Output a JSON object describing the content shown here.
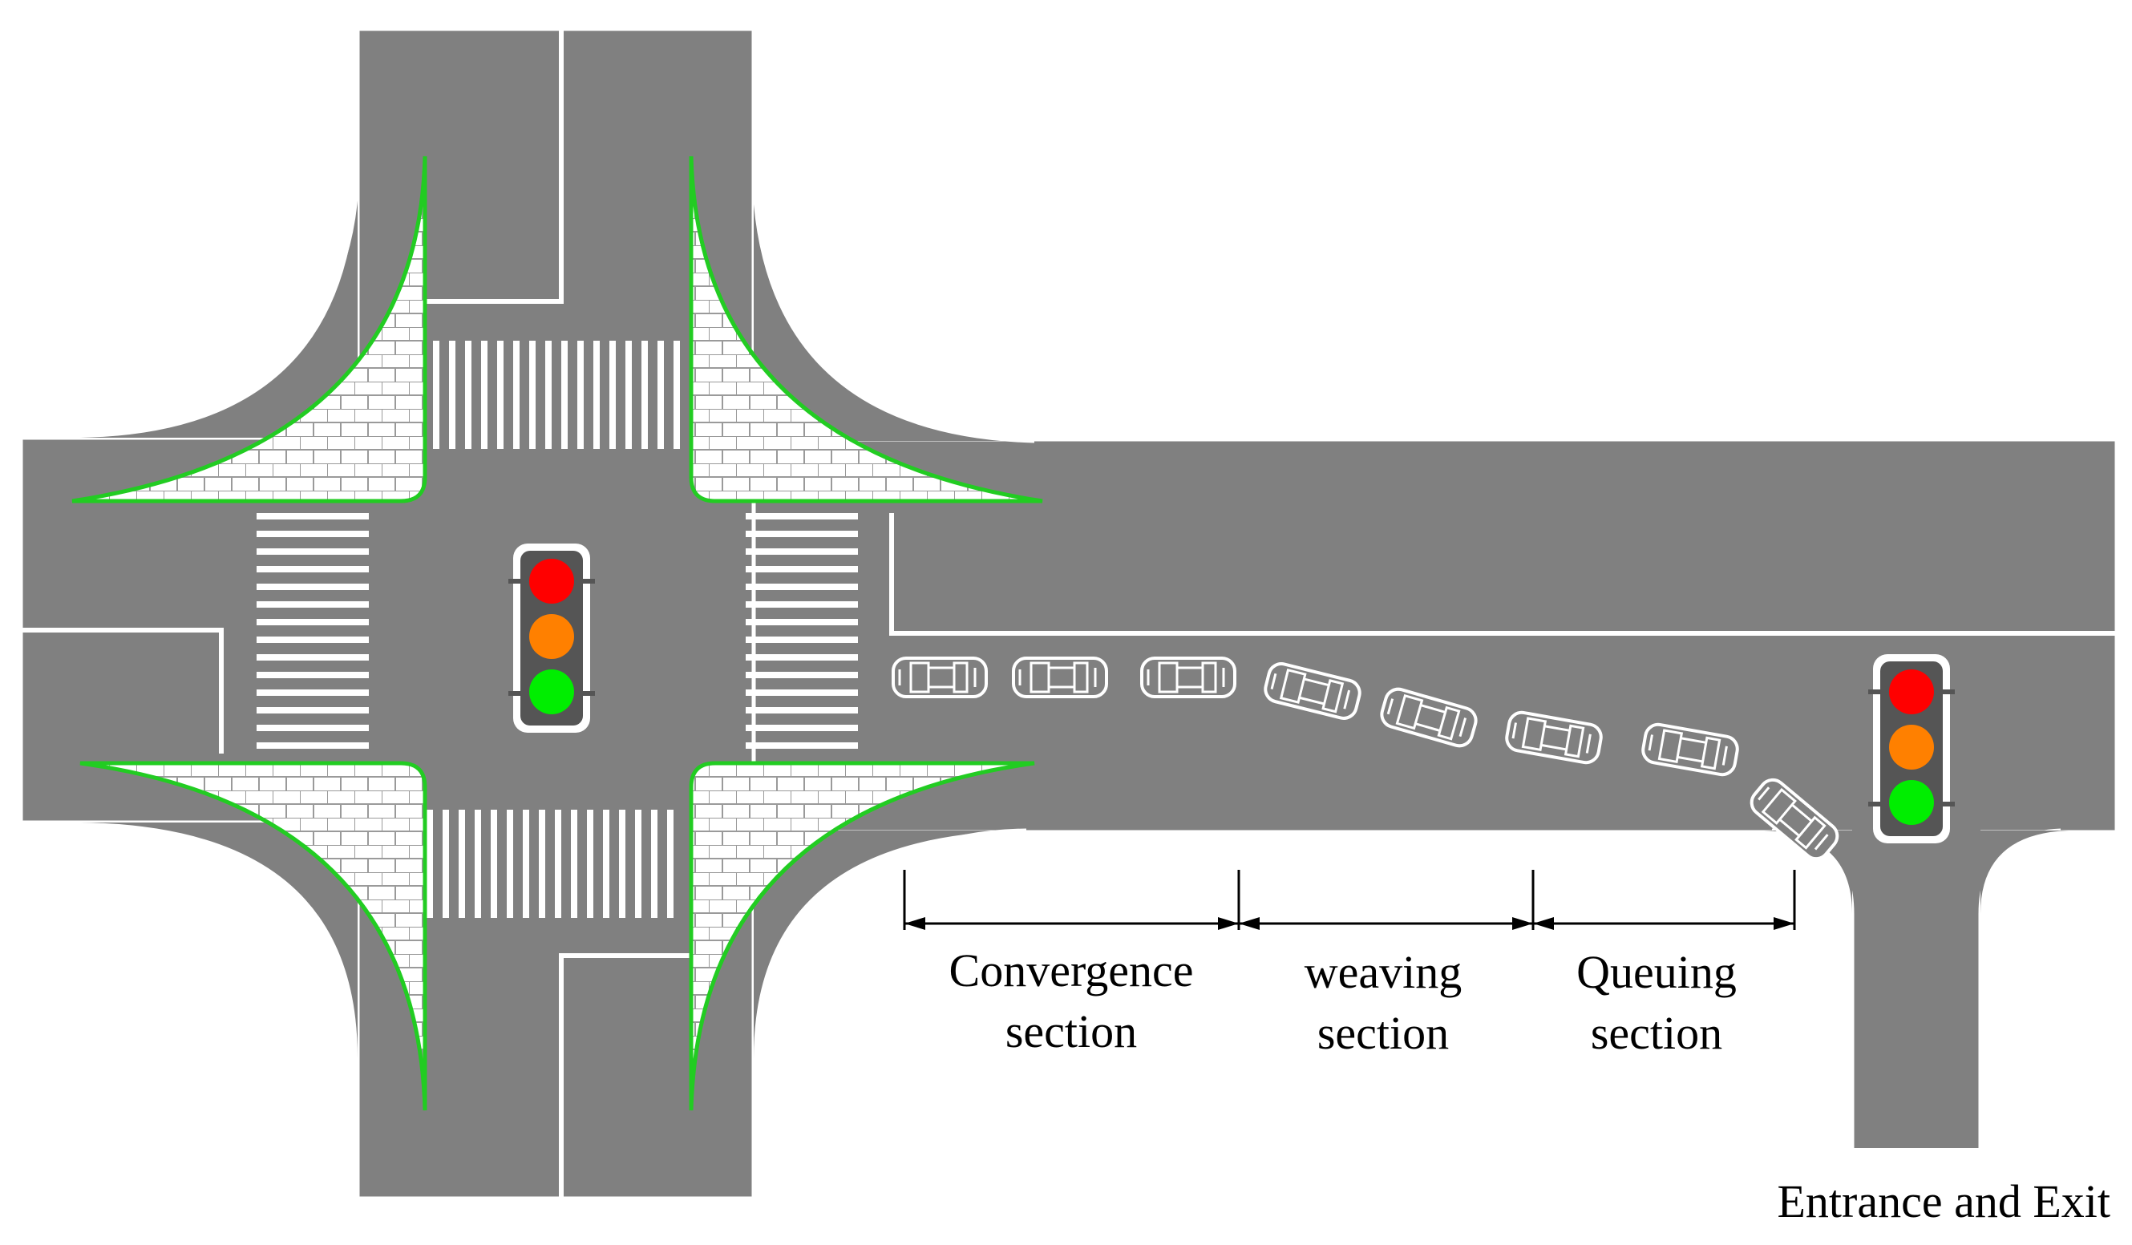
{
  "colors": {
    "road": "#808080",
    "edge": "#ffffff",
    "island_outline": "#22cc22",
    "paving_fill": "#ffffff",
    "paving_line": "#9a9a9a",
    "signal_housing": "#555555",
    "signal_red": "#ff0000",
    "signal_amber": "#ff8000",
    "signal_green": "#00ee00",
    "text": "#000000"
  },
  "labels": {
    "convergence_line1": "Convergence",
    "convergence_line2": "section",
    "weaving_line1": "weaving",
    "weaving_line2": "section",
    "queuing_line1": "Queuing",
    "queuing_line2": "section",
    "entrance_exit": "Entrance and Exit"
  },
  "icons": {
    "signal": "traffic-light-icon",
    "vehicle": "car-icon"
  }
}
